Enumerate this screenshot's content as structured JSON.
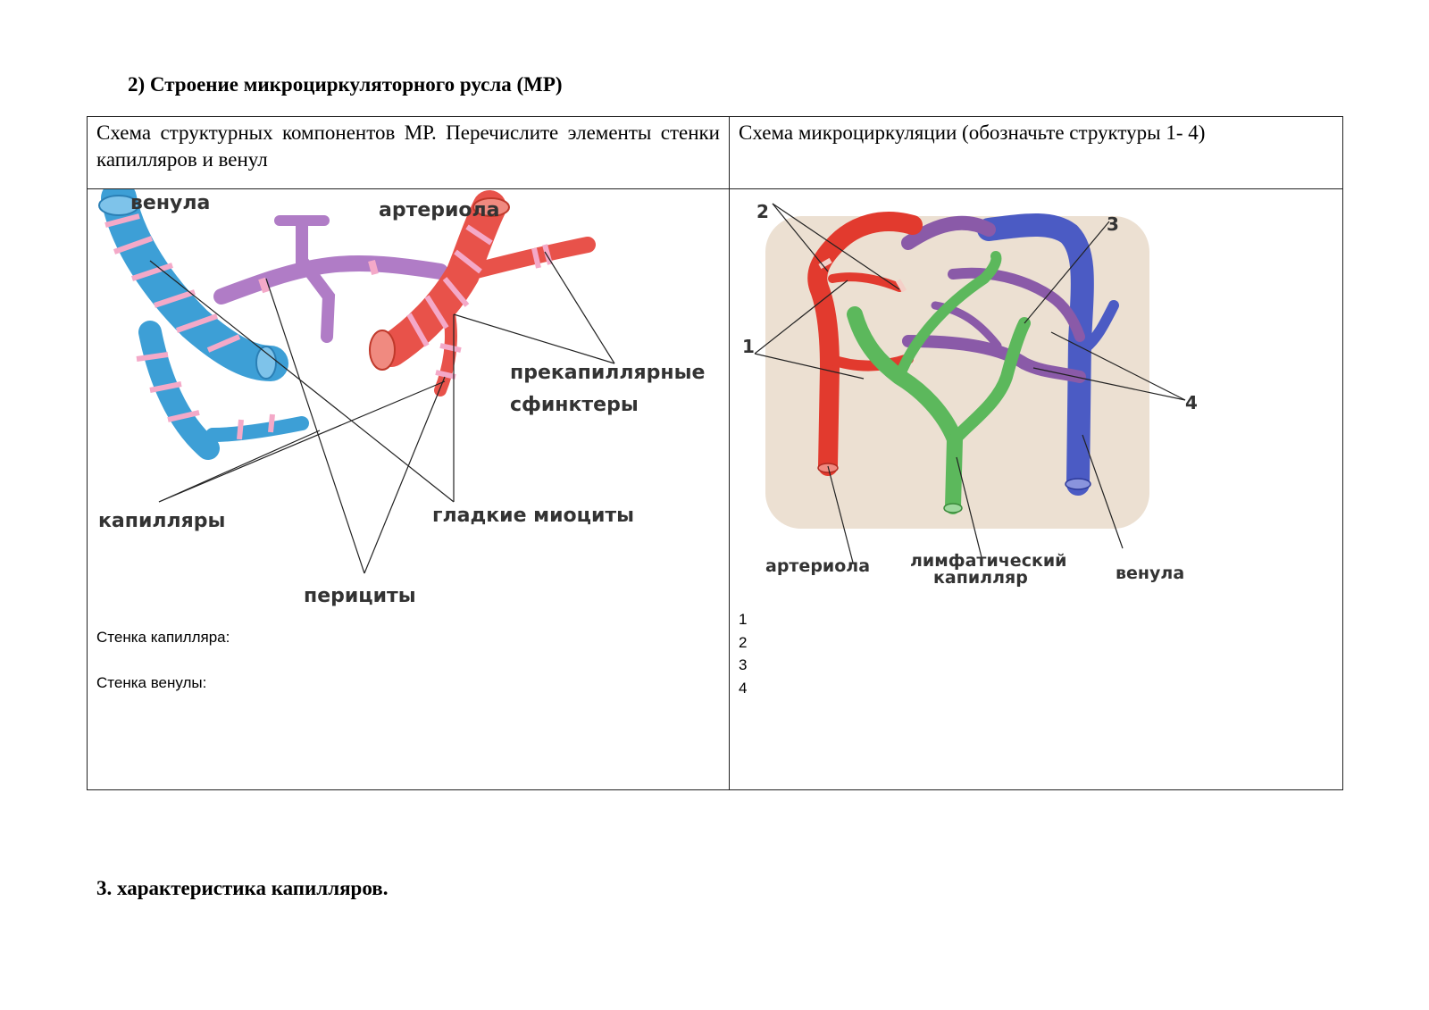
{
  "section2": {
    "title": "2)  Строение микроциркуляторного  русла (МР)"
  },
  "table": {
    "header_left": "Схема структурных компонентов МР. Перечислите элементы стенки капилляров и  венул",
    "header_right": "Схема микроциркуляции  (обозначьте  структуры 1- 4)"
  },
  "left_figure": {
    "labels": {
      "venule": "венула",
      "arteriole": "артериола",
      "precap_1": "прекапиллярные",
      "precap_2": "сфинктеры",
      "capillaries": "капилляры",
      "smooth_myocytes": "гладкие миоциты",
      "pericytes": "перициты"
    },
    "colors": {
      "venous": "#3d9fd6",
      "arterial": "#e8524a",
      "capillary": "#b07cc6",
      "bands": "#f4a9c8"
    }
  },
  "answers_left": {
    "capillary_wall": "Стенка капилляра:",
    "venule_wall": "Стенка венулы:"
  },
  "right_figure": {
    "numbers": [
      "1",
      "2",
      "3",
      "4"
    ],
    "labels": {
      "arteriole": "артериола",
      "lymph_1": "лимфатический",
      "lymph_2": "капилляр",
      "venule": "венула"
    },
    "colors": {
      "arterial": "#e23a2e",
      "venous": "#4b5bc4",
      "mixed": "#8a5aa8",
      "lymph": "#5cb85c",
      "tissue": "#ece0d2"
    }
  },
  "answers_right": {
    "lines": [
      "1",
      "2",
      "3",
      "4"
    ]
  },
  "section3": {
    "title": "3. характеристика капилляров."
  }
}
